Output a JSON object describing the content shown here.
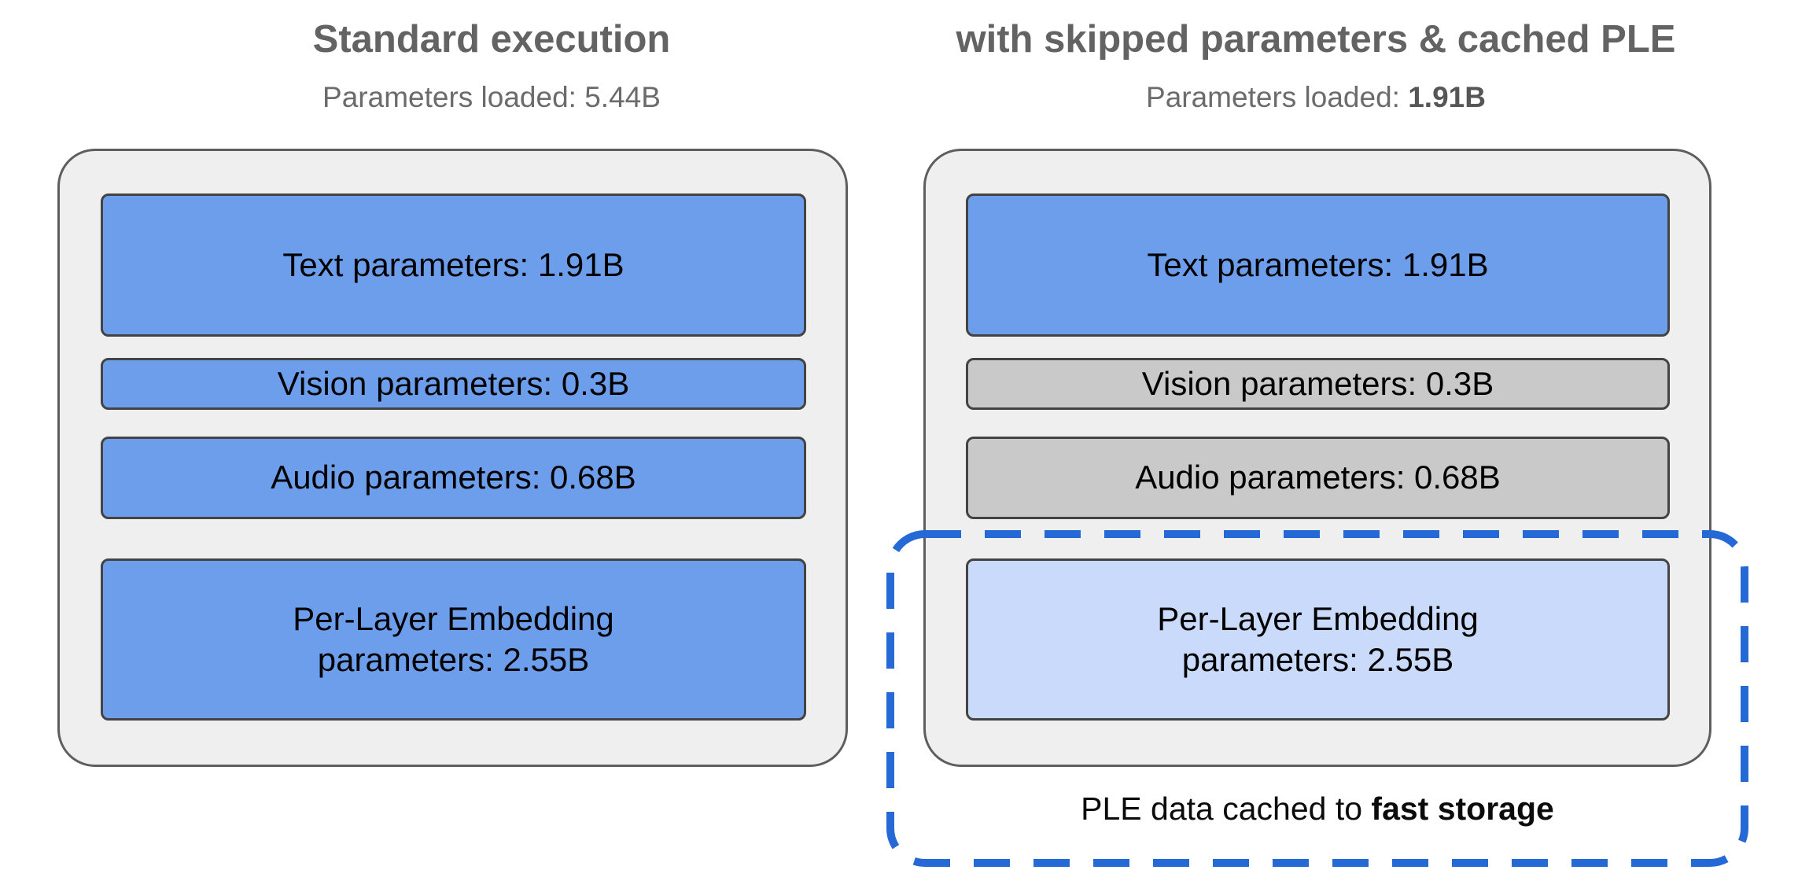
{
  "colors": {
    "loaded_box_blue": "#6d9eeb",
    "skipped_box_gray": "#c9c9c9",
    "cached_box_lightblue": "#c9dafb",
    "container_fill_gray": "#efefef",
    "dashed_outline_blue": "#2569d6",
    "heading_gray": "#636363"
  },
  "left_panel": {
    "title": "Standard execution",
    "subtitle_prefix": "Parameters loaded:",
    "subtitle_value": "5.44B",
    "boxes": {
      "text": "Text parameters: 1.91B",
      "vision": "Vision parameters: 0.3B",
      "audio": "Audio parameters: 0.68B",
      "ple": "Per-Layer Embedding parameters: 2.55B"
    }
  },
  "right_panel": {
    "title": "with skipped parameters & cached PLE",
    "subtitle_prefix": "Parameters loaded:",
    "subtitle_value": "1.91B",
    "boxes": {
      "text": "Text parameters: 1.91B",
      "vision": "Vision parameters: 0.3B",
      "audio": "Audio parameters: 0.68B",
      "ple": "Per-Layer Embedding parameters: 2.55B"
    },
    "cache_note_prefix": "PLE data cached to",
    "cache_note_bold": "fast storage"
  }
}
